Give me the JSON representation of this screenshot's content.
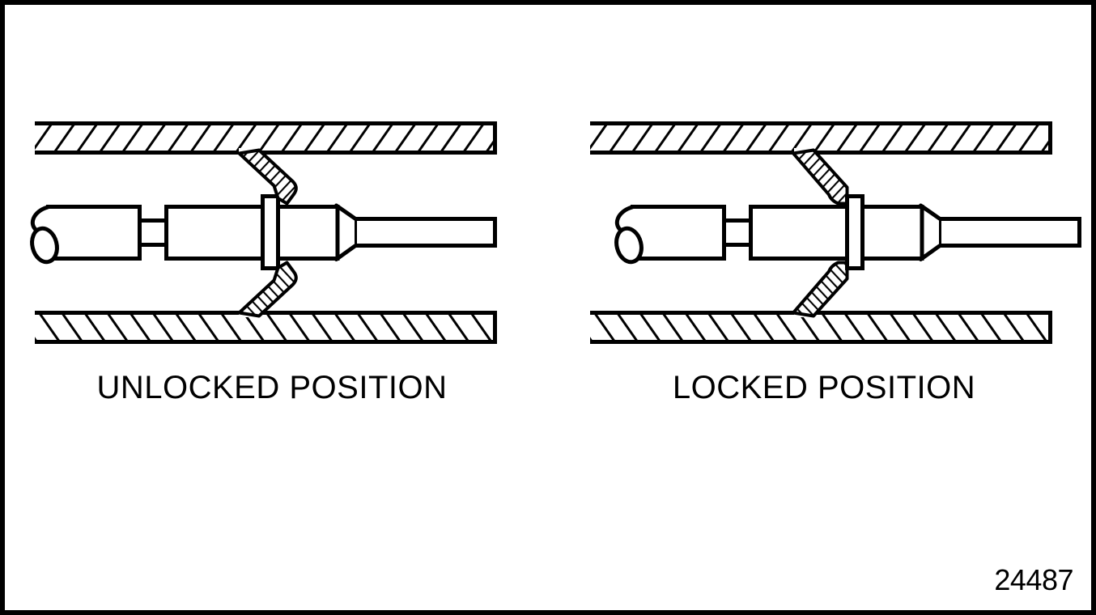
{
  "figure": {
    "type": "technical-diagram",
    "subject": "connector-terminal-locking-tang",
    "colors": {
      "line": "#000000",
      "background": "#ffffff"
    },
    "panels": [
      {
        "id": "unlocked",
        "label": "UNLOCKED POSITION"
      },
      {
        "id": "locked",
        "label": "LOCKED POSITION"
      }
    ],
    "figure_number": "24487"
  }
}
